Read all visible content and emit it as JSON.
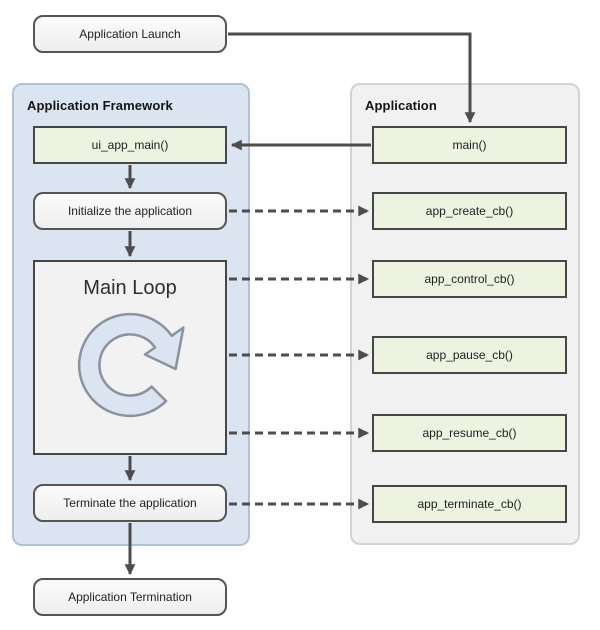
{
  "launch": {
    "label": "Application Launch"
  },
  "framework": {
    "title": "Application Framework",
    "nodes": {
      "ui_app_main": "ui_app_main()",
      "initialize": "Initialize the application",
      "main_loop": "Main Loop",
      "terminate": "Terminate the application"
    }
  },
  "application": {
    "title": "Application",
    "nodes": {
      "main": "main()",
      "create": "app_create_cb()",
      "control": "app_control_cb()",
      "pause": "app_pause_cb()",
      "resume": "app_resume_cb()",
      "terminate": "app_terminate_cb()"
    }
  },
  "termination": {
    "label": "Application Termination"
  },
  "icons": {
    "loop": "loop-arrow-icon"
  },
  "colors": {
    "framework_container": "#dbe5f1",
    "framework_border": "#b3c1d5",
    "application_container": "#f1f1f1",
    "application_border": "#d2d2d2",
    "callback_box": "#edf2e1",
    "callback_border": "#464646",
    "flow_box": "#f2f2f2",
    "flow_border": "#555555",
    "arrow": "#4d4d4d",
    "loop_icon_fill": "#dbe5f1",
    "loop_icon_stroke": "#8b939e"
  },
  "edges": [
    {
      "from": "application-launch",
      "to": "main",
      "style": "solid"
    },
    {
      "from": "main",
      "to": "ui_app_main",
      "style": "solid"
    },
    {
      "from": "ui_app_main",
      "to": "initialize",
      "style": "solid"
    },
    {
      "from": "initialize",
      "to": "main_loop",
      "style": "solid"
    },
    {
      "from": "main_loop",
      "to": "terminate",
      "style": "solid"
    },
    {
      "from": "terminate",
      "to": "application-termination",
      "style": "solid"
    },
    {
      "from": "initialize",
      "to": "app_create_cb",
      "style": "dashed"
    },
    {
      "from": "main_loop",
      "to": "app_control_cb",
      "style": "dashed"
    },
    {
      "from": "main_loop",
      "to": "app_pause_cb",
      "style": "dashed"
    },
    {
      "from": "main_loop",
      "to": "app_resume_cb",
      "style": "dashed"
    },
    {
      "from": "terminate",
      "to": "app_terminate_cb",
      "style": "dashed"
    }
  ]
}
